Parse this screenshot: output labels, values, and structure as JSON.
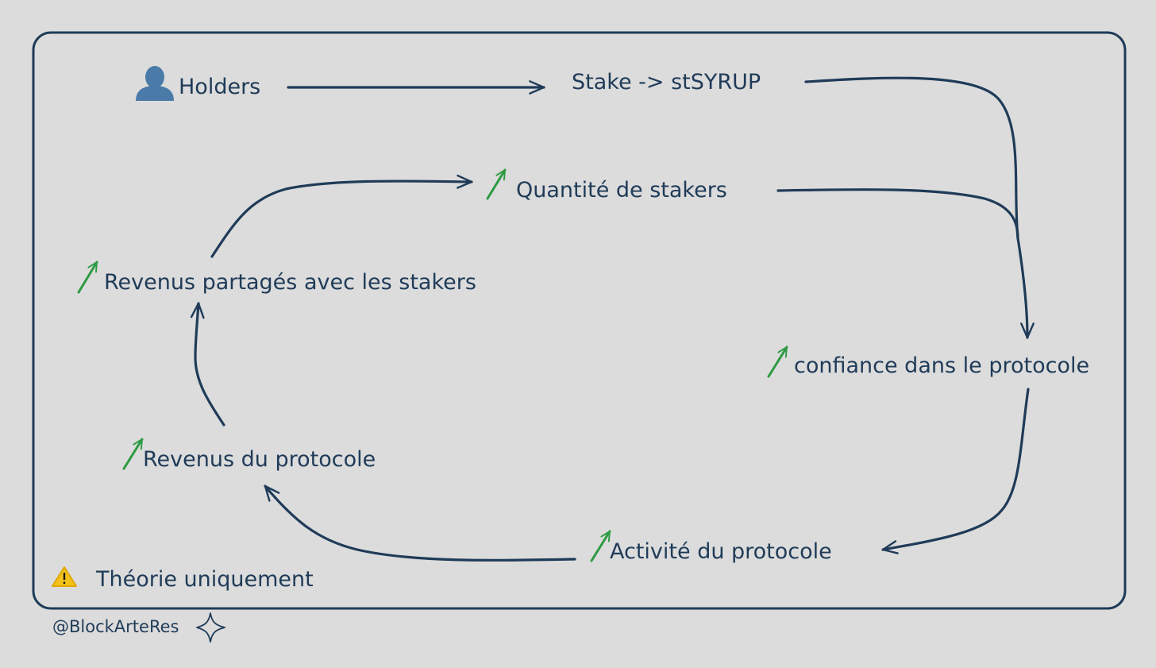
{
  "nodes": {
    "holders": "Holders",
    "stake": "Stake -> stSYRUP",
    "quantite": "Quantité de stakers",
    "revenus_partages": "Revenus partagés avec les stakers",
    "confiance": "confiance dans le protocole",
    "revenus_protocole": "Revenus du protocole",
    "activite": "Activité du protocole"
  },
  "warning": {
    "icon": "warning-icon",
    "text": "Théorie uniquement"
  },
  "credit": {
    "handle": "@BlockArteRes",
    "icon": "sparkle-icon"
  },
  "colors": {
    "background": "#dcdcdc",
    "ink": "#1f3b58",
    "increase": "#2e9a43",
    "warning": "#f4c21a"
  }
}
